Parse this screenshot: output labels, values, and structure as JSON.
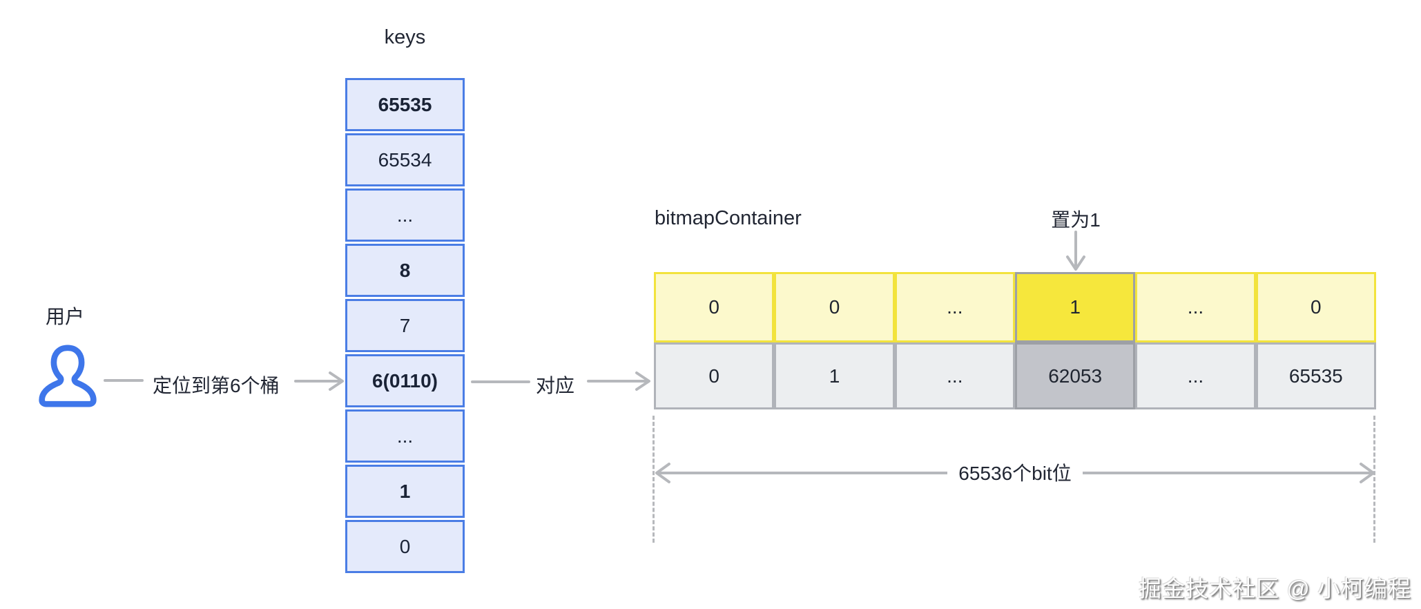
{
  "labels": {
    "user": "用户",
    "locate": "定位到第6个桶",
    "keys_title": "keys",
    "mapping": "对应",
    "bitmap_title": "bitmapContainer",
    "set_to_1": "置为1",
    "bits_total": "65536个bit位",
    "watermark": "掘金技术社区 @ 小柯编程"
  },
  "keys_column": {
    "cells": [
      {
        "value": "65535",
        "bold": true
      },
      {
        "value": "65534",
        "bold": false
      },
      {
        "value": "...",
        "bold": false
      },
      {
        "value": "8",
        "bold": true
      },
      {
        "value": "7",
        "bold": false
      },
      {
        "value": "6(0110)",
        "bold": true
      },
      {
        "value": "...",
        "bold": false
      },
      {
        "value": "1",
        "bold": true
      },
      {
        "value": "0",
        "bold": false
      }
    ]
  },
  "bitmap": {
    "bit_row": [
      {
        "value": "0",
        "highlight": false
      },
      {
        "value": "0",
        "highlight": false
      },
      {
        "value": "...",
        "highlight": false
      },
      {
        "value": "1",
        "highlight": true
      },
      {
        "value": "...",
        "highlight": false
      },
      {
        "value": "0",
        "highlight": false
      }
    ],
    "index_row": [
      {
        "value": "0",
        "highlight": false
      },
      {
        "value": "1",
        "highlight": false
      },
      {
        "value": "...",
        "highlight": false
      },
      {
        "value": "62053",
        "highlight": true
      },
      {
        "value": "...",
        "highlight": false
      },
      {
        "value": "65535",
        "highlight": false
      }
    ]
  },
  "colors": {
    "key_border": "#4a7de5",
    "key_fill": "#e4eafb",
    "bit_border": "#f2e33c",
    "bit_fill": "#fcf9cc",
    "bit_highlight_fill": "#f6e73c",
    "index_border": "#b0b3b9",
    "index_fill": "#eceef0",
    "index_highlight_fill": "#c2c4ca",
    "highlight_border": "#9da0a6",
    "arrow": "#b6b8bc",
    "user_icon": "#3e76ea"
  }
}
